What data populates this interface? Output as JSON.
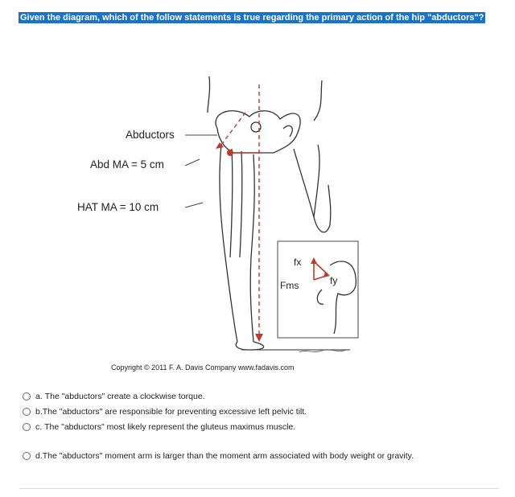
{
  "question": "Given the diagram, which of the follow statements is true regarding the primary action of the hip \"abductors\"?",
  "figure": {
    "label_abductors": "Abductors",
    "label_abd_ma": "Abd MA = 5 cm",
    "label_hat_ma": "HAT MA = 10 cm",
    "label_fx": "fx",
    "label_fy": "fy",
    "label_fms": "Fms",
    "copyright": "Copyright © 2011  F. A. Davis Company   www.fadavis.com"
  },
  "options": [
    {
      "letter": "a.",
      "text": "The \"abductors\" create a clockwise torque."
    },
    {
      "letter": "b.",
      "text": "The \"abductors\" are responsible for preventing excessive left pelvic tilt."
    },
    {
      "letter": "c.",
      "text": "The \"abductors\" most likely represent the gluteus maximus muscle."
    },
    {
      "letter": "d.",
      "text": "The \"abductors\" moment arm is larger than the moment arm associated with body weight or gravity."
    }
  ],
  "colors": {
    "accent": "#1a73c9",
    "arrow_red": "#c0392b"
  }
}
